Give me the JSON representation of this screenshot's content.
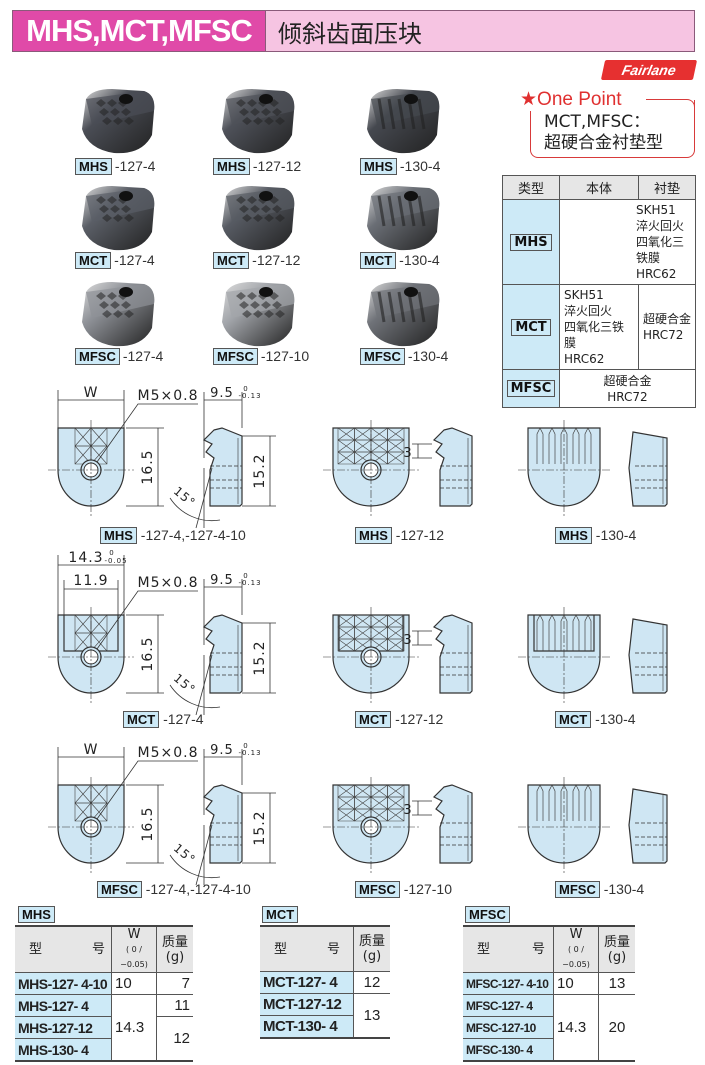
{
  "header": {
    "code": "MHS,MCT,MFSC",
    "title": "倾斜齿面压块"
  },
  "logo": "Fairlane",
  "one_point": {
    "star": "★",
    "title": "One Point",
    "line1": "MCT,MFSC：",
    "line2": "超硬合金衬垫型"
  },
  "photos": [
    {
      "series": "MHS",
      "suffix": "-127-4",
      "tone": "#4a4d55",
      "teeth": "4"
    },
    {
      "series": "MHS",
      "suffix": "-127-12",
      "tone": "#4e5159",
      "teeth": "12"
    },
    {
      "series": "MHS",
      "suffix": "-130-4",
      "tone": "#45484f",
      "teeth": "130"
    },
    {
      "series": "MCT",
      "suffix": "-127-4",
      "tone": "#5a5e66",
      "teeth": "4"
    },
    {
      "series": "MCT",
      "suffix": "-127-12",
      "tone": "#575b63",
      "teeth": "12"
    },
    {
      "series": "MCT",
      "suffix": "-130-4",
      "tone": "#6a6e75",
      "teeth": "130"
    },
    {
      "series": "MFSC",
      "suffix": "-127-4",
      "tone": "#8e9197",
      "teeth": "4"
    },
    {
      "series": "MFSC",
      "suffix": "-127-10",
      "tone": "#a2a5aa",
      "teeth": "12"
    },
    {
      "series": "MFSC",
      "suffix": "-130-4",
      "tone": "#6f7278",
      "teeth": "130"
    }
  ],
  "material_table": {
    "headers": [
      "类型",
      "本体",
      "衬垫"
    ],
    "mhs": {
      "type": "MHS",
      "body": [
        "SKH51",
        "淬火回火",
        "四氧化三铁膜",
        "HRC62"
      ]
    },
    "mct": {
      "type": "MCT",
      "body": [
        "SKH51",
        "淬火回火",
        "四氧化三铁膜",
        "HRC62"
      ],
      "insert": [
        "超硬合金",
        "HRC72"
      ]
    },
    "mfsc": {
      "type": "MFSC",
      "body": [
        "超硬合金",
        "HRC72"
      ]
    }
  },
  "dims": {
    "w": "W",
    "thread": "M5×0.8",
    "depth": "9.5",
    "depth_tol_upper": "0",
    "depth_tol_lower": "-0.13",
    "height": "16.5",
    "side_height": "15.2",
    "angle": "15°",
    "pitch": "3",
    "width": "14.3",
    "width_tol_upper": "0",
    "width_tol_lower": "-0.05",
    "inner": "11.9"
  },
  "drawing_labels": [
    {
      "series": "MHS",
      "suffix": "-127-4,-127-4-10"
    },
    {
      "series": "MHS",
      "suffix": "-127-12"
    },
    {
      "series": "MHS",
      "suffix": "-130-4"
    },
    {
      "series": "MCT",
      "suffix": "-127-4"
    },
    {
      "series": "MCT",
      "suffix": "-127-12"
    },
    {
      "series": "MCT",
      "suffix": "-130-4"
    },
    {
      "series": "MFSC",
      "suffix": "-127-4,-127-4-10"
    },
    {
      "series": "MFSC",
      "suffix": "-127-10"
    },
    {
      "series": "MFSC",
      "suffix": "-130-4"
    }
  ],
  "spec_headers": {
    "model_a": "型",
    "model_b": "号",
    "w": "W",
    "w_tol": "(  0  / −0.05)",
    "mass": "质量",
    "mass_unit": "(g)"
  },
  "spec_mhs": {
    "title": "MHS",
    "rows": [
      {
        "model": "MHS-127- 4-10",
        "w": "10",
        "mass": "7"
      },
      {
        "model": "MHS-127- 4",
        "w": "14.3",
        "mass": "11"
      },
      {
        "model": "MHS-127-12",
        "mass": "12"
      },
      {
        "model": "MHS-130- 4"
      }
    ]
  },
  "spec_mct": {
    "title": "MCT",
    "rows": [
      {
        "model": "MCT-127- 4",
        "mass": "12"
      },
      {
        "model": "MCT-127-12",
        "mass": "13"
      },
      {
        "model": "MCT-130- 4"
      }
    ]
  },
  "spec_mfsc": {
    "title": "MFSC",
    "rows": [
      {
        "model": "MFSC-127- 4-10",
        "w": "10",
        "mass": "13"
      },
      {
        "model": "MFSC-127- 4",
        "w": "14.3",
        "mass": "20"
      },
      {
        "model": "MFSC-127-10"
      },
      {
        "model": "MFSC-130- 4"
      }
    ]
  }
}
